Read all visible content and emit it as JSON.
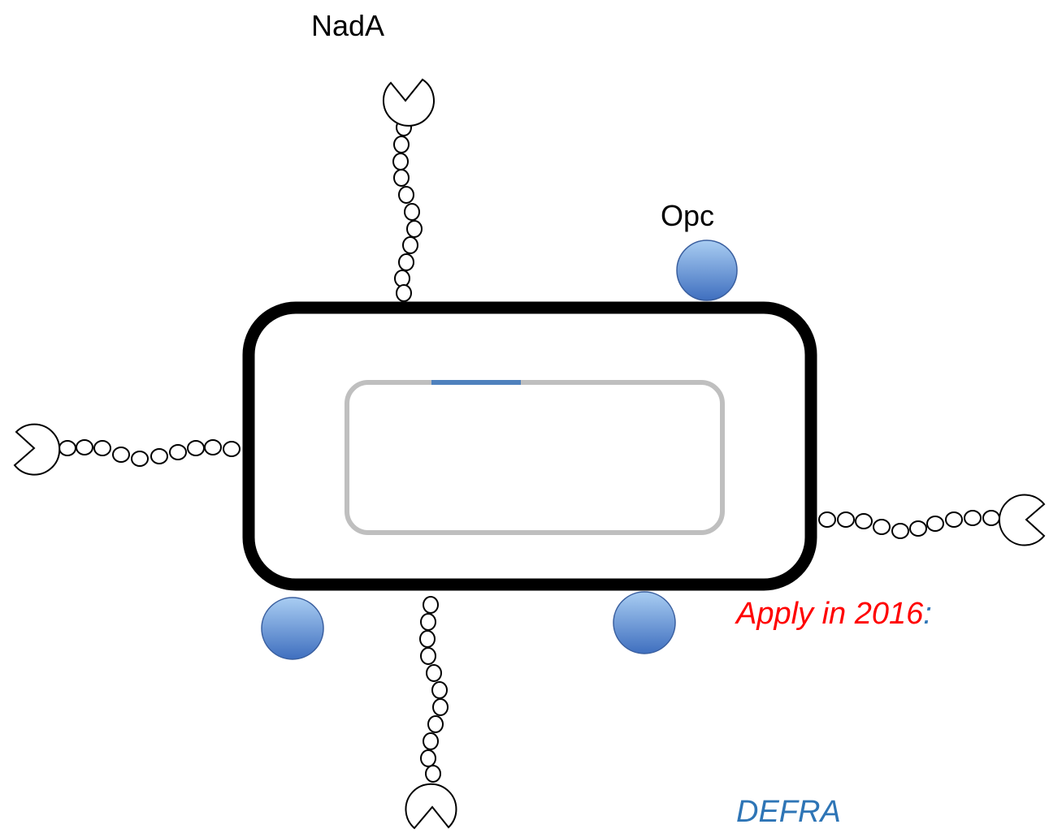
{
  "labels": {
    "nada": "NadA",
    "opc": "Opc"
  },
  "note": {
    "apply": "Apply in 2016",
    "colon": ":",
    "defra": "DEFRA"
  },
  "colors": {
    "cell_outline": "#000000",
    "inner_outline": "#bfbfbf",
    "inner_highlight": "#4f81bd",
    "protein_fill_light": "#9dc3e6",
    "protein_fill_dark": "#4472c4",
    "note_red": "#ff0000",
    "note_blue": "#2e75b6"
  },
  "icons": {
    "adhesin_head": "pacman-head-icon",
    "bead_chain": "bead-chain-icon",
    "opc_protein": "blue-circle-icon"
  }
}
